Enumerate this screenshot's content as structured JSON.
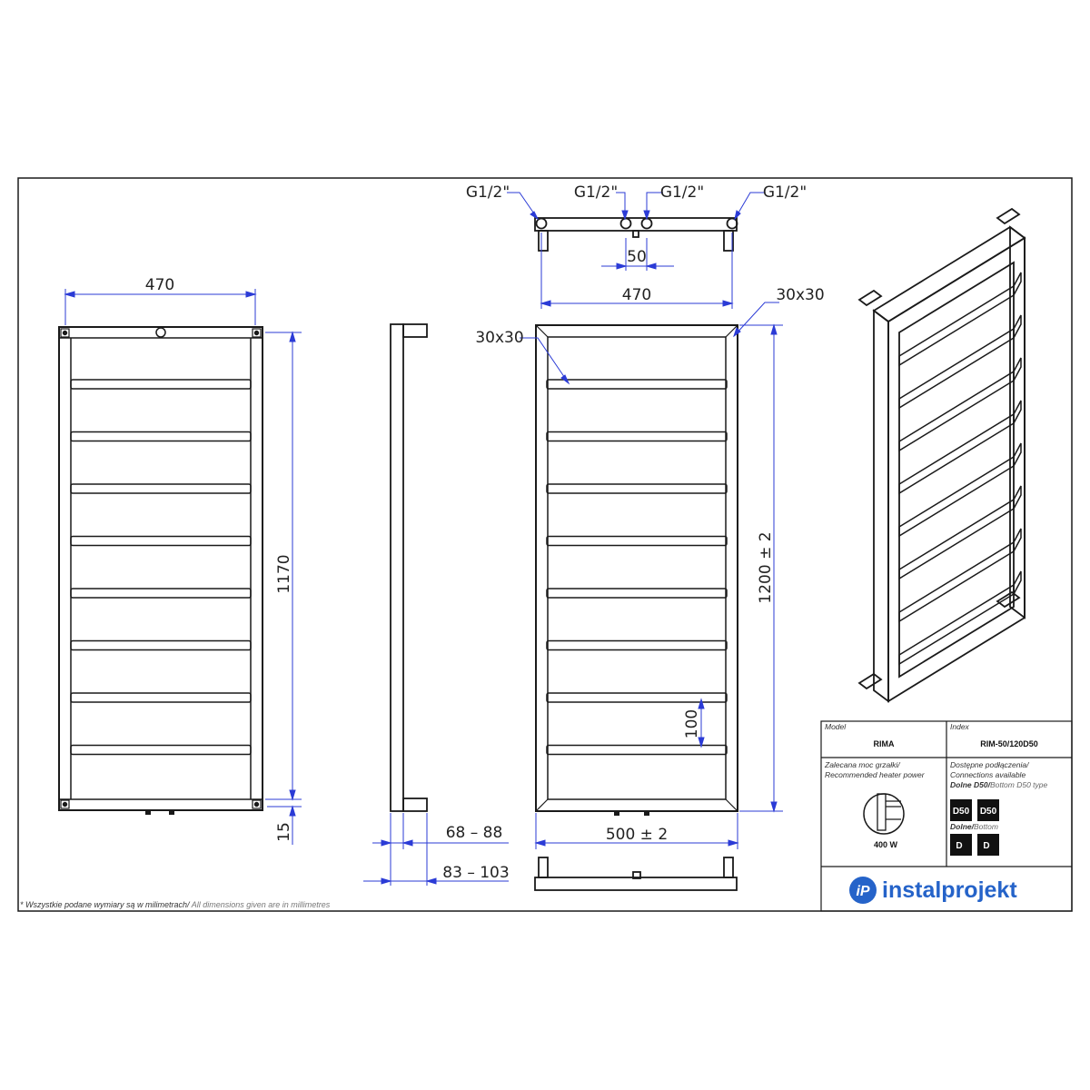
{
  "colors": {
    "line": "#1a1a1a",
    "dimension": "#2b3bd6",
    "brand": "#2563c9",
    "badge_bg": "#111111",
    "badge_text": "#ffffff"
  },
  "front_view": {
    "width_label": "470",
    "height_label": "1170",
    "bottom_offset_label": "15"
  },
  "side_view": {
    "depth_label_1": "68 – 88",
    "depth_label_2": "83 – 103"
  },
  "top_view": {
    "connections": [
      "G1/2\"",
      "G1/2\"",
      "G1/2\"",
      "G1/2\""
    ],
    "center_spacing_label": "50",
    "width_label": "470"
  },
  "rear_view": {
    "profile_top_right": "30x30",
    "profile_bottom_left": "30x30",
    "height_label": "1200  ± 2",
    "gap_label": "100",
    "width_label": "500  ± 2"
  },
  "info_table": {
    "model_caption": "Model",
    "model_value": "RIMA",
    "index_caption": "Index",
    "index_value": "RIM-50/120D50",
    "heater_caption_pl": "Zalecana moc grzałki/",
    "heater_caption_en": "Recommended heater power",
    "heater_value": "400 W",
    "connections_caption_pl": "Dostępne podłączenia/",
    "connections_caption_en": "Connections available",
    "connections_type_pl": "Dolne D50/",
    "connections_type_en": "Bottom D50 type",
    "bottom_caption_pl": "Dolne/",
    "bottom_caption_en": "Bottom",
    "badges_d50": [
      "D50",
      "D50"
    ],
    "badges_d": [
      "D",
      "D"
    ]
  },
  "brand": {
    "logo_text": "instalprojekt",
    "logo_mark": "iP"
  },
  "footer_note_pl": "* Wszystkie podane wymiary są w milimetrach/",
  "footer_note_en": " All dimensions given are in millimetres"
}
